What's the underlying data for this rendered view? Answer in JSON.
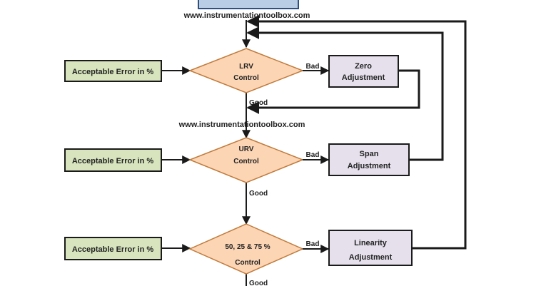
{
  "watermark_top": "www.instrumentationtoolbox.com",
  "watermark_mid": "www.instrumentationtoolbox.com",
  "inputs": [
    {
      "label": "Acceptable Error in  %"
    },
    {
      "label": "Acceptable Error in %"
    },
    {
      "label": "Acceptable Error in  %"
    }
  ],
  "decisions": [
    {
      "line1": "LRV",
      "line2": "Control"
    },
    {
      "line1": "URV",
      "line2": "Control"
    },
    {
      "line1": "50, 25 & 75 %",
      "line2": "Control"
    }
  ],
  "adjustments": [
    {
      "line1": "Zero",
      "line2": "Adjustment"
    },
    {
      "line1": "Span",
      "line2": "Adjustment"
    },
    {
      "line1": "Linearity",
      "line2": "Adjustment"
    }
  ],
  "edge_labels": {
    "bad": "Bad",
    "good": "Good"
  },
  "colors": {
    "input_fill": "#d7e4bd",
    "decision_fill": "#fcd5b5",
    "adjust_fill": "#e6e0ec",
    "top_box_fill": "#b9cde5",
    "line": "#1a1a1a"
  }
}
